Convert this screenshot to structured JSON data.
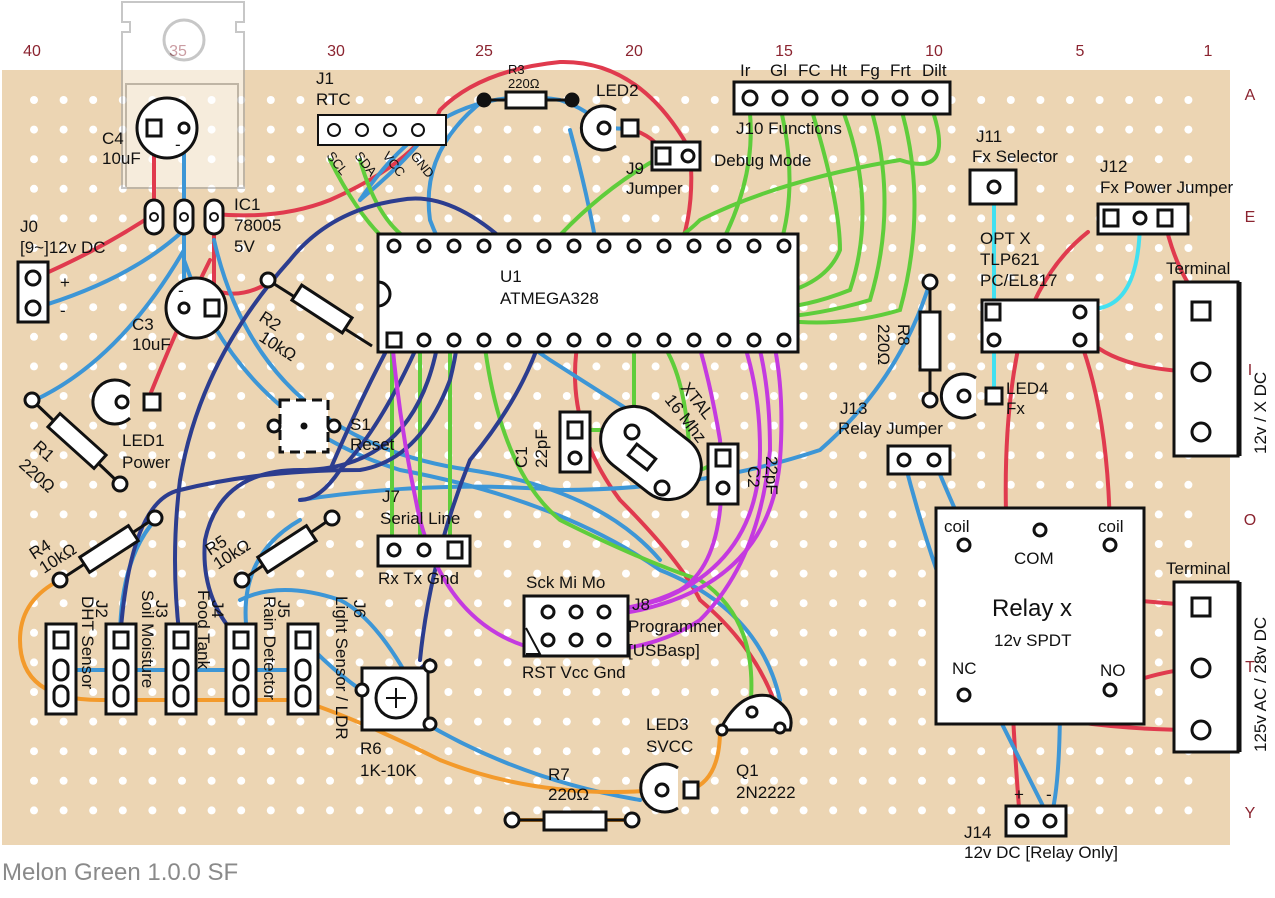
{
  "footer_title": "Melon Green 1.0.0 SF",
  "column_numbers": [
    "40",
    "35",
    "30",
    "25",
    "20",
    "15",
    "10",
    "5",
    "1"
  ],
  "row_letters": [
    "A",
    "E",
    "I",
    "O",
    "T",
    "Y"
  ],
  "colors": {
    "board": "#ecd5b3",
    "hole": "#ffffff",
    "red_wire": "#e03a4e",
    "blue_wire": "#3d96d6",
    "green_wire": "#5fcd3b",
    "navy_wire": "#2c3d8f",
    "purple_wire": "#c43ae0",
    "orange_wire": "#f39a2b",
    "cyan_wire": "#42e0f0",
    "axis_label": "#8b2430"
  },
  "labels": {
    "j0": "J0",
    "j0_desc": "[9~]12v DC",
    "c4": "C4",
    "c4_val": "10uF",
    "c3": "C3",
    "c3_val": "10uF",
    "ic1": "IC1",
    "ic1_part": "78005",
    "ic1_val": "5V",
    "j1": "J1",
    "j1_desc": "RTC",
    "j1_pins": [
      "SCL",
      "SDA",
      "VCC",
      "GND"
    ],
    "r3": "R3",
    "r3_val": "220Ω",
    "led2": "LED2",
    "j9": "J9",
    "j9_desc": "Jumper",
    "debug": "Debug Mode",
    "j10_pins": [
      "Ir",
      "Gl",
      "FC",
      "Ht",
      "Fg",
      "Frt",
      "Dilt"
    ],
    "j10": "J10 Functions",
    "j11": "J11",
    "j11_desc": "Fx Selector",
    "j12": "J12",
    "j12_desc": "Fx Power Jumper",
    "u1": "U1",
    "u1_part": "ATMEGA328",
    "r2": "R2",
    "r2_val": "10kΩ",
    "opt1": "OPT X",
    "opt2": "TLP621",
    "opt3": "PC/EL817",
    "terminal": "Terminal",
    "term1_desc": "12v / X DC",
    "term2_desc": "125v AC / 28v DC",
    "r8": "R8",
    "r8_val": "220Ω",
    "led4": "LED4",
    "led4_desc": "Fx",
    "j13": "J13",
    "j13_desc": "Relay Jumper",
    "led1": "LED1",
    "led1_desc": "Power",
    "r1": "R1",
    "r1_val": "220Ω",
    "s1": "S1",
    "s1_desc": "Reset",
    "c1": "C1",
    "c1_val": "22pF",
    "xtal": "XTAL",
    "xtal_val": "16 Mhz",
    "c2": "C2",
    "c2_val": "22pF",
    "j7": "J7",
    "j7_desc": "Serial Line",
    "j7_pins": "Rx Tx Gnd",
    "r4": "R4",
    "r4_val": "10kΩ",
    "r5": "R5",
    "r5_val": "10kΩ",
    "j2": "J2",
    "j2_desc": "DHT Sensor",
    "j3": "J3",
    "j3_desc": "Soil Moisture",
    "j4": "J4",
    "j4_desc": "Food Tank",
    "j5": "J5",
    "j5_desc": "Rain Detector",
    "j6": "J6",
    "j6_desc": "Light Sensor / LDR",
    "j8_top": "Sck  Mi  Mo",
    "j8": "J8",
    "j8_desc1": "Programmer",
    "j8_desc2": "[USBasp]",
    "j8_bottom": "RST Vcc Gnd",
    "relay_coil": "coil",
    "relay_com": "COM",
    "relay_title": "Relay x",
    "relay_sub": "12v SPDT",
    "relay_nc": "NC",
    "relay_no": "NO",
    "r6": "R6",
    "r6_val": "1K-10K",
    "led3": "LED3",
    "led3_desc": "SVCC",
    "r7": "R7",
    "r7_val": "220Ω",
    "q1": "Q1",
    "q1_part": "2N2222",
    "j14": "J14",
    "j14_desc": "12v DC [Relay Only]",
    "plus": "+",
    "minus": "-"
  }
}
